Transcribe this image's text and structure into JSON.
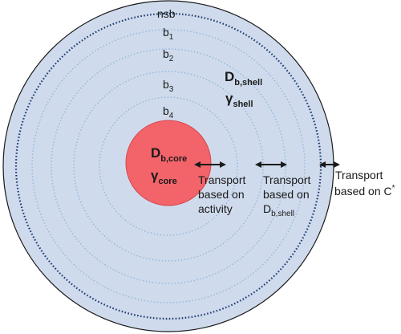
{
  "colors": {
    "shell_fill": "#cfdbec",
    "core_fill": "#f2646a",
    "outline": "#1a1a1a",
    "inner_ring": "#8fb3df",
    "outer_ring": "#1f3b73"
  },
  "rings": [
    {
      "name": "nsb",
      "base": "nsb",
      "sub": ""
    },
    {
      "name": "b1",
      "base": "b",
      "sub": "1"
    },
    {
      "name": "b2",
      "base": "b",
      "sub": "2"
    },
    {
      "name": "b3",
      "base": "b",
      "sub": "3"
    },
    {
      "name": "b4",
      "base": "b",
      "sub": "4"
    }
  ],
  "shell": {
    "d_base": "D",
    "d_sub": "b,shell",
    "gamma_base": "γ",
    "gamma_sub": "shell"
  },
  "core": {
    "d_base": "D",
    "d_sub": "b,core",
    "gamma_base": "γ",
    "gamma_sub": "core"
  },
  "transport": [
    {
      "lines": [
        "Transport",
        "based on",
        "activity"
      ]
    },
    {
      "lines": [
        "Transport",
        "based on"
      ],
      "last_base": "D",
      "last_sub": "b,shell"
    },
    {
      "lines": [
        "Transport"
      ],
      "last_base": "based on C",
      "last_sup": "*"
    }
  ]
}
